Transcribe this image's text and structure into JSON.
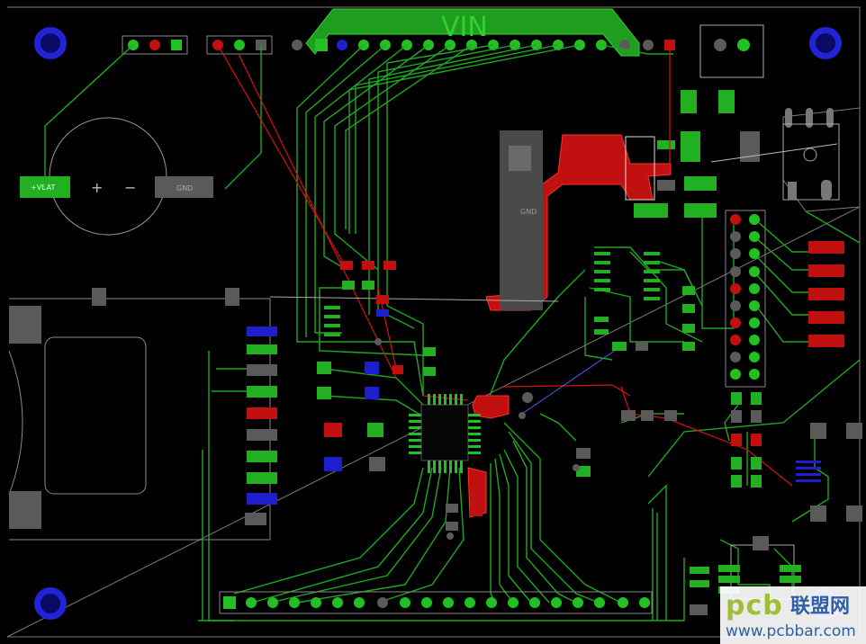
{
  "board": {
    "silk_vin": "VIN",
    "battery_pos_label": "+VBAT",
    "plus_sign": "+",
    "minus_sign": "−",
    "gnd_label_battery": "GND",
    "gnd_label_pour": "GND",
    "colors": {
      "background": "#000000",
      "top_copper": "#1fa81f",
      "top_pad": "#22c022",
      "bottom_copper": "#d01010",
      "via_blue": "#1e1ecc",
      "mount_ring": "#2323d6",
      "pad_gray": "#5a5a5a",
      "silkscreen": "#bbbbbb",
      "outline": "#888888"
    }
  },
  "watermark": {
    "logo": "pcb",
    "cn": "联盟网",
    "url": "www.pcbbar.com"
  }
}
